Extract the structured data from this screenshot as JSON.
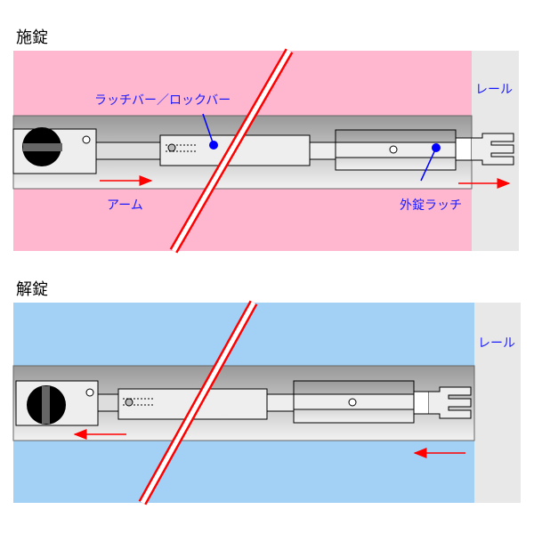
{
  "locked": {
    "title": "施錠",
    "rail": "レール",
    "bar_label": "ラッチバー／ロックバー",
    "arm": "アーム",
    "outer_latch": "外錠ラッチ"
  },
  "unlocked": {
    "title": "解錠",
    "rail": "レール"
  },
  "colors": {
    "locked_bg": "#ffb6cf",
    "unlocked_bg": "#a3d0f5",
    "rail": "#e8e8e8",
    "arrow": "#ff0000",
    "label": "#1a1aff"
  }
}
